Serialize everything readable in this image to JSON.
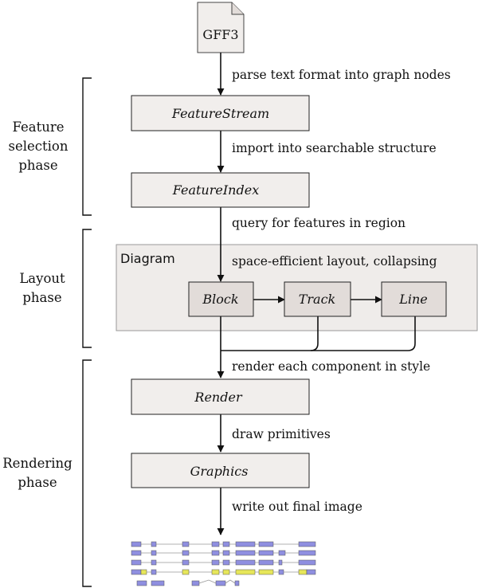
{
  "input_file": {
    "label": "GFF3"
  },
  "phases": {
    "feature_selection": {
      "line1": "Feature",
      "line2": "selection",
      "line3": "phase"
    },
    "layout": {
      "line1": "Layout",
      "line2": "phase"
    },
    "rendering": {
      "line1": "Rendering",
      "line2": "phase"
    }
  },
  "nodes": {
    "feature_stream": "FeatureStream",
    "feature_index": "FeatureIndex",
    "block": "Block",
    "track": "Track",
    "line": "Line",
    "render": "Render",
    "graphics": "Graphics"
  },
  "diagram_group": {
    "title": "Diagram"
  },
  "edge_labels": {
    "parse": "parse text format into graph nodes",
    "import": "import into searchable structure",
    "query": "query for features in region",
    "layout": "space-efficient layout, collapsing",
    "render_each": "render each component in style",
    "draw": "draw primitives",
    "write": "write out final image"
  },
  "colors": {
    "box_fill": "#f1eeec",
    "inner_box_fill": "#e2dcd9",
    "group_fill": "#efecea",
    "exon_blue": "#8f8fe0",
    "exon_yellow": "#e6e65a"
  },
  "output_image": {
    "icon": "gene-track-thumbnail"
  }
}
